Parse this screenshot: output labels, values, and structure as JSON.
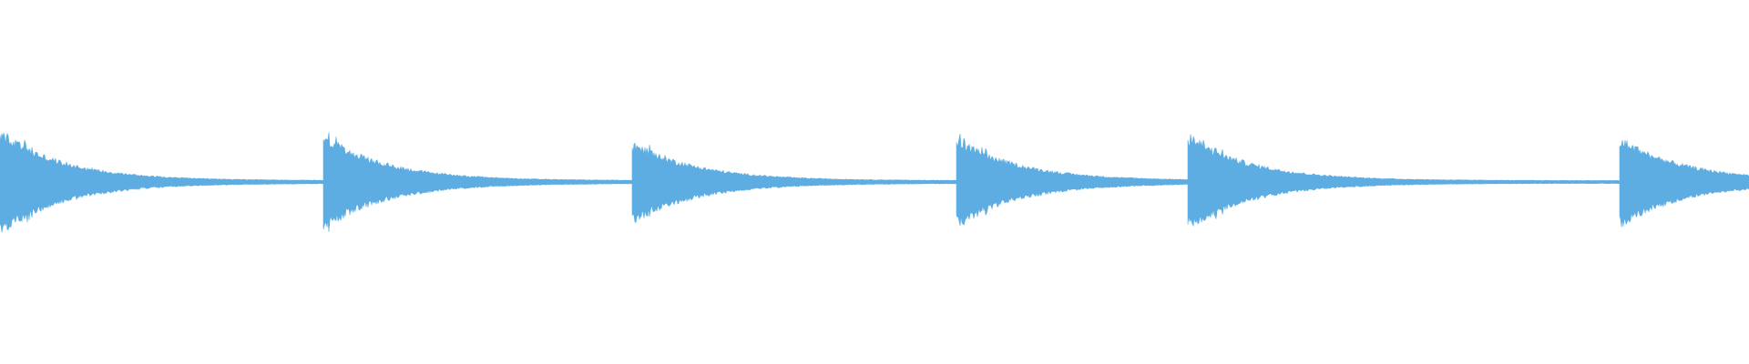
{
  "waveform": {
    "color": "#5dade2",
    "background": "#ffffff",
    "duration_fraction_note": "",
    "onsets": [
      0.0,
      0.185,
      0.3615,
      0.547,
      0.679,
      0.926
    ],
    "peak_amplitude": [
      0.52,
      0.47,
      0.41,
      0.44,
      0.48,
      0.45
    ],
    "baseline_amplitude": 0.015
  }
}
